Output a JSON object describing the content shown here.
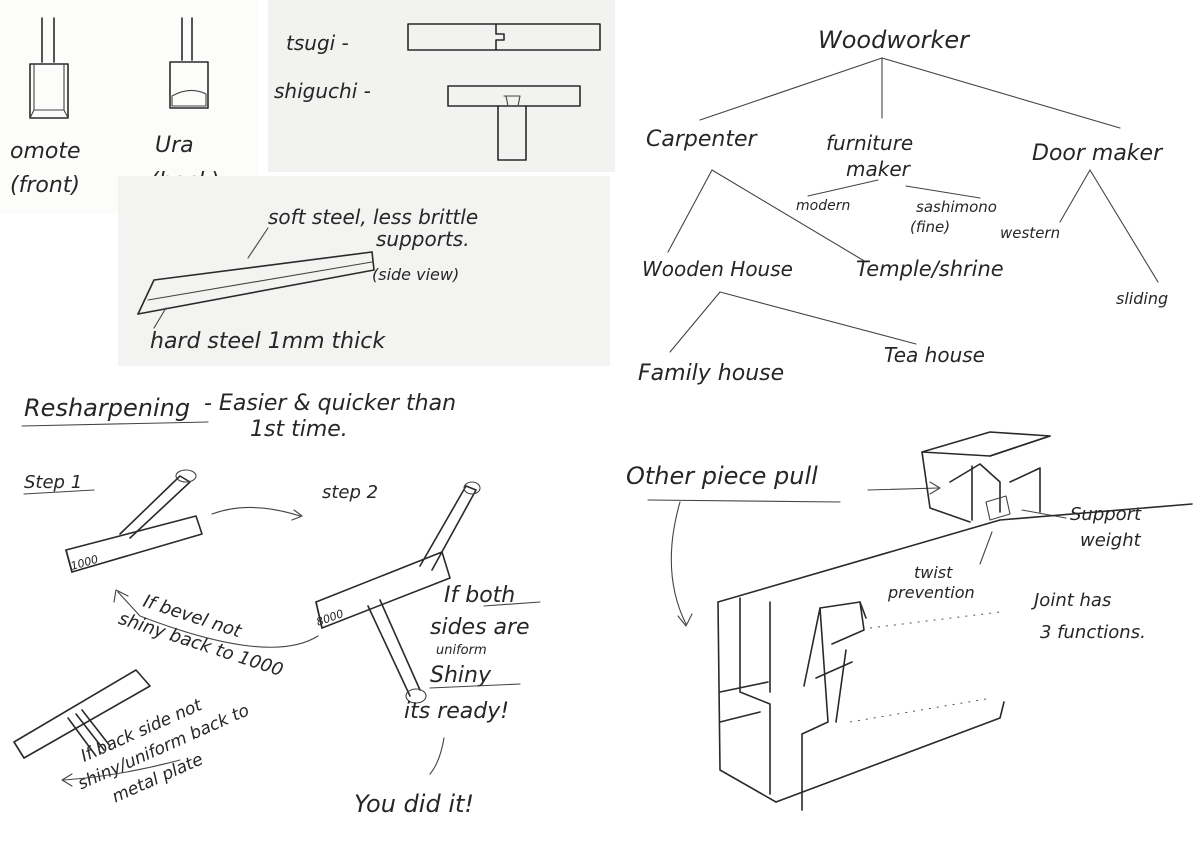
{
  "chisel_faces": {
    "front": "omote\n(front)",
    "back": "Ura\n(back)"
  },
  "joints": {
    "tsugi": "tsugi -",
    "shiguchi": "shiguchi -"
  },
  "blade": {
    "soft_steel": "soft steel, less brittle",
    "supports": "supports.",
    "side_view": "(side view)",
    "hard_steel": "hard steel 1mm thick"
  },
  "hierarchy": {
    "root": "Woodworker",
    "carpenter": "Carpenter",
    "furniture_maker": "furniture\nmaker",
    "door_maker": "Door maker",
    "modern": "modern",
    "sashimono": "sashimono\n(fine)",
    "western": "western",
    "sliding": "sliding",
    "wooden_house": "Wooden House",
    "temple_shrine": "Temple/shrine",
    "family_house": "Family house",
    "tea_house": "Tea house"
  },
  "sharpening": {
    "title": "Resharpening",
    "title_note": "- Easier & quicker than\n1st time.",
    "step1": "Step 1",
    "step2": "step 2",
    "stone1": "1000",
    "stone2": "8000",
    "bevel_note": "If bevel not\nshiny back to 1000",
    "both_sides": "If both\nsides are",
    "uniform": "uniform",
    "shiny": "Shiny",
    "ready": "its ready!",
    "did_it": "You did it!",
    "back_note": "If back side not\nshiny/uniform back to\nmetal plate"
  },
  "joint_functions": {
    "other_piece_pull": "Other piece pull",
    "support_weight": "Support\nweight",
    "twist_prevention": "twist\nprevention",
    "functions": "Joint has\n3 functions."
  }
}
